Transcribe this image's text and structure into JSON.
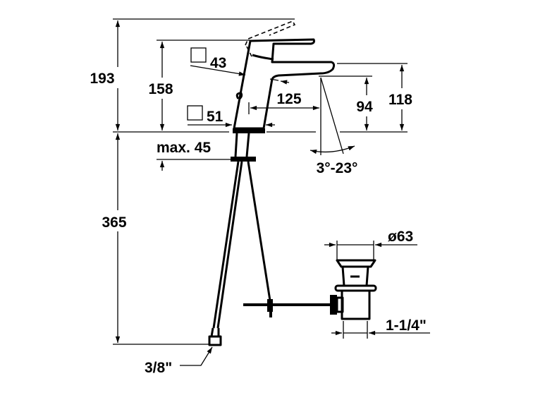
{
  "drawing": {
    "dimensions": {
      "total_height": "193",
      "lever_height": "158",
      "spout_height": "118",
      "outlet_height": "94",
      "spout_reach": "125",
      "body_size_top": "43",
      "base_size": "51",
      "max_deck_thickness": "max. 45",
      "hose_length": "365",
      "stream_angle": "3°-23°",
      "drain_diameter": "ø63",
      "drain_thread": "1-1/4\"",
      "hose_connection": "3/8\""
    },
    "line_color": "#000000",
    "background": "#ffffff"
  }
}
